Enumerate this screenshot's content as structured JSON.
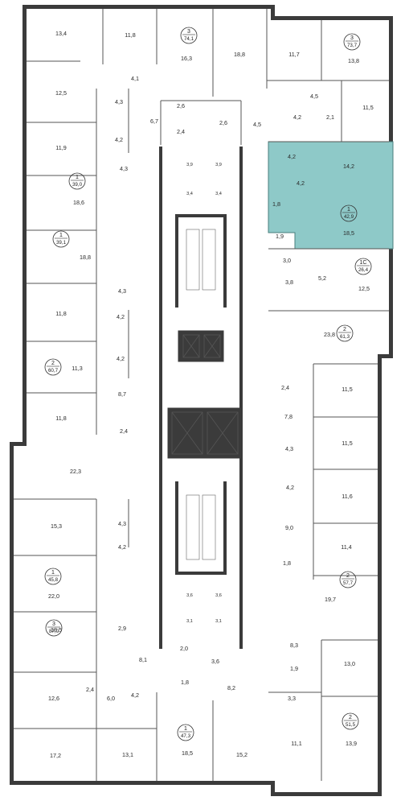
{
  "colors": {
    "highlight": "#8ec9c8",
    "wall": "#3b3b3b",
    "background": "#ffffff"
  },
  "rooms": [
    {
      "id": "a1",
      "label": "13,4"
    },
    {
      "id": "a2",
      "label": "11,8"
    },
    {
      "id": "a3",
      "label": "16,3"
    },
    {
      "id": "a4",
      "label": "18,8"
    },
    {
      "id": "a5",
      "label": "11,7"
    },
    {
      "id": "a6",
      "label": "13,8"
    },
    {
      "id": "a7",
      "label": "4,1"
    },
    {
      "id": "a8",
      "label": "12,5"
    },
    {
      "id": "a9",
      "label": "4,3"
    },
    {
      "id": "a10",
      "label": "4,2"
    },
    {
      "id": "a11",
      "label": "6,7"
    },
    {
      "id": "a12",
      "label": "2,6"
    },
    {
      "id": "a13",
      "label": "2,4"
    },
    {
      "id": "a14",
      "label": "2,6"
    },
    {
      "id": "a15",
      "label": "4,5"
    },
    {
      "id": "a16",
      "label": "4,5"
    },
    {
      "id": "a17",
      "label": "4,2"
    },
    {
      "id": "a18",
      "label": "2,1"
    },
    {
      "id": "a19",
      "label": "11,5"
    },
    {
      "id": "a20",
      "label": "11,9"
    },
    {
      "id": "a21",
      "label": "4,3"
    },
    {
      "id": "a22",
      "label": "18,6"
    },
    {
      "id": "a23",
      "label": "3,9"
    },
    {
      "id": "a24",
      "label": "3,9"
    },
    {
      "id": "a25",
      "label": "3,4"
    },
    {
      "id": "a26",
      "label": "3,4"
    },
    {
      "id": "a27",
      "label": "4,2"
    },
    {
      "id": "a28",
      "label": "14,2"
    },
    {
      "id": "a29",
      "label": "4,2"
    },
    {
      "id": "a30",
      "label": "1,8"
    },
    {
      "id": "a31",
      "label": "18,5"
    },
    {
      "id": "a32",
      "label": "1,9"
    },
    {
      "id": "a33",
      "label": "18,8"
    },
    {
      "id": "a34",
      "label": "3,0"
    },
    {
      "id": "a35",
      "label": "3,8"
    },
    {
      "id": "a36",
      "label": "5,2"
    },
    {
      "id": "a37",
      "label": "12,5"
    },
    {
      "id": "a38",
      "label": "4,3"
    },
    {
      "id": "a39",
      "label": "11,8"
    },
    {
      "id": "a40",
      "label": "4,2"
    },
    {
      "id": "a41",
      "label": "23,8"
    },
    {
      "id": "a42",
      "label": "4,2"
    },
    {
      "id": "a43",
      "label": "11,3"
    },
    {
      "id": "a44",
      "label": "2,4"
    },
    {
      "id": "a45",
      "label": "11,5"
    },
    {
      "id": "a46",
      "label": "8,7"
    },
    {
      "id": "a47",
      "label": "11,8"
    },
    {
      "id": "a48",
      "label": "7,8"
    },
    {
      "id": "a49",
      "label": "2,4"
    },
    {
      "id": "a50",
      "label": "11,5"
    },
    {
      "id": "a51",
      "label": "22,3"
    },
    {
      "id": "a52",
      "label": "4,3"
    },
    {
      "id": "a53",
      "label": "4,2"
    },
    {
      "id": "a54",
      "label": "11,6"
    },
    {
      "id": "a55",
      "label": "15,3"
    },
    {
      "id": "a56",
      "label": "4,3"
    },
    {
      "id": "a57",
      "label": "4,2"
    },
    {
      "id": "a58",
      "label": "9,0"
    },
    {
      "id": "a59",
      "label": "11,4"
    },
    {
      "id": "a60",
      "label": "1,8"
    },
    {
      "id": "a61",
      "label": "22,0"
    },
    {
      "id": "a62",
      "label": "19,7"
    },
    {
      "id": "a63",
      "label": "3,6"
    },
    {
      "id": "a64",
      "label": "3,6"
    },
    {
      "id": "a65",
      "label": "3,1"
    },
    {
      "id": "a66",
      "label": "3,1"
    },
    {
      "id": "a67",
      "label": "2,9"
    },
    {
      "id": "a68",
      "label": "18,5"
    },
    {
      "id": "a69",
      "label": "8,1"
    },
    {
      "id": "a70",
      "label": "2,0"
    },
    {
      "id": "a71",
      "label": "3,6"
    },
    {
      "id": "a72",
      "label": "8,3"
    },
    {
      "id": "a73",
      "label": "13,0"
    },
    {
      "id": "a74",
      "label": "1,9"
    },
    {
      "id": "a75",
      "label": "12,6"
    },
    {
      "id": "a76",
      "label": "2,4"
    },
    {
      "id": "a77",
      "label": "6,0"
    },
    {
      "id": "a78",
      "label": "4,2"
    },
    {
      "id": "a79",
      "label": "1,8"
    },
    {
      "id": "a80",
      "label": "8,2"
    },
    {
      "id": "a81",
      "label": "3,3"
    },
    {
      "id": "a82",
      "label": "17,2"
    },
    {
      "id": "a83",
      "label": "13,1"
    },
    {
      "id": "a84",
      "label": "18,5"
    },
    {
      "id": "a85",
      "label": "15,2"
    },
    {
      "id": "a86",
      "label": "11,1"
    },
    {
      "id": "a87",
      "label": "13,9"
    }
  ],
  "badges": [
    {
      "id": "b1",
      "rooms": "3",
      "area": "74,1"
    },
    {
      "id": "b2",
      "rooms": "3",
      "area": "73,7"
    },
    {
      "id": "b3",
      "rooms": "1",
      "area": "39,0"
    },
    {
      "id": "b4",
      "rooms": "1",
      "area": "42,9"
    },
    {
      "id": "b5",
      "rooms": "1",
      "area": "39,1"
    },
    {
      "id": "b6",
      "rooms": "1С",
      "area": "26,4"
    },
    {
      "id": "b7",
      "rooms": "2",
      "area": "61,3"
    },
    {
      "id": "b8",
      "rooms": "2",
      "area": "60,7"
    },
    {
      "id": "b9",
      "rooms": "1",
      "area": "45,8"
    },
    {
      "id": "b10",
      "rooms": "2",
      "area": "57,7"
    },
    {
      "id": "b11",
      "rooms": "3",
      "area": "87,0"
    },
    {
      "id": "b12",
      "rooms": "2",
      "area": "51,5"
    },
    {
      "id": "b13",
      "rooms": "1",
      "area": "47,3"
    }
  ]
}
